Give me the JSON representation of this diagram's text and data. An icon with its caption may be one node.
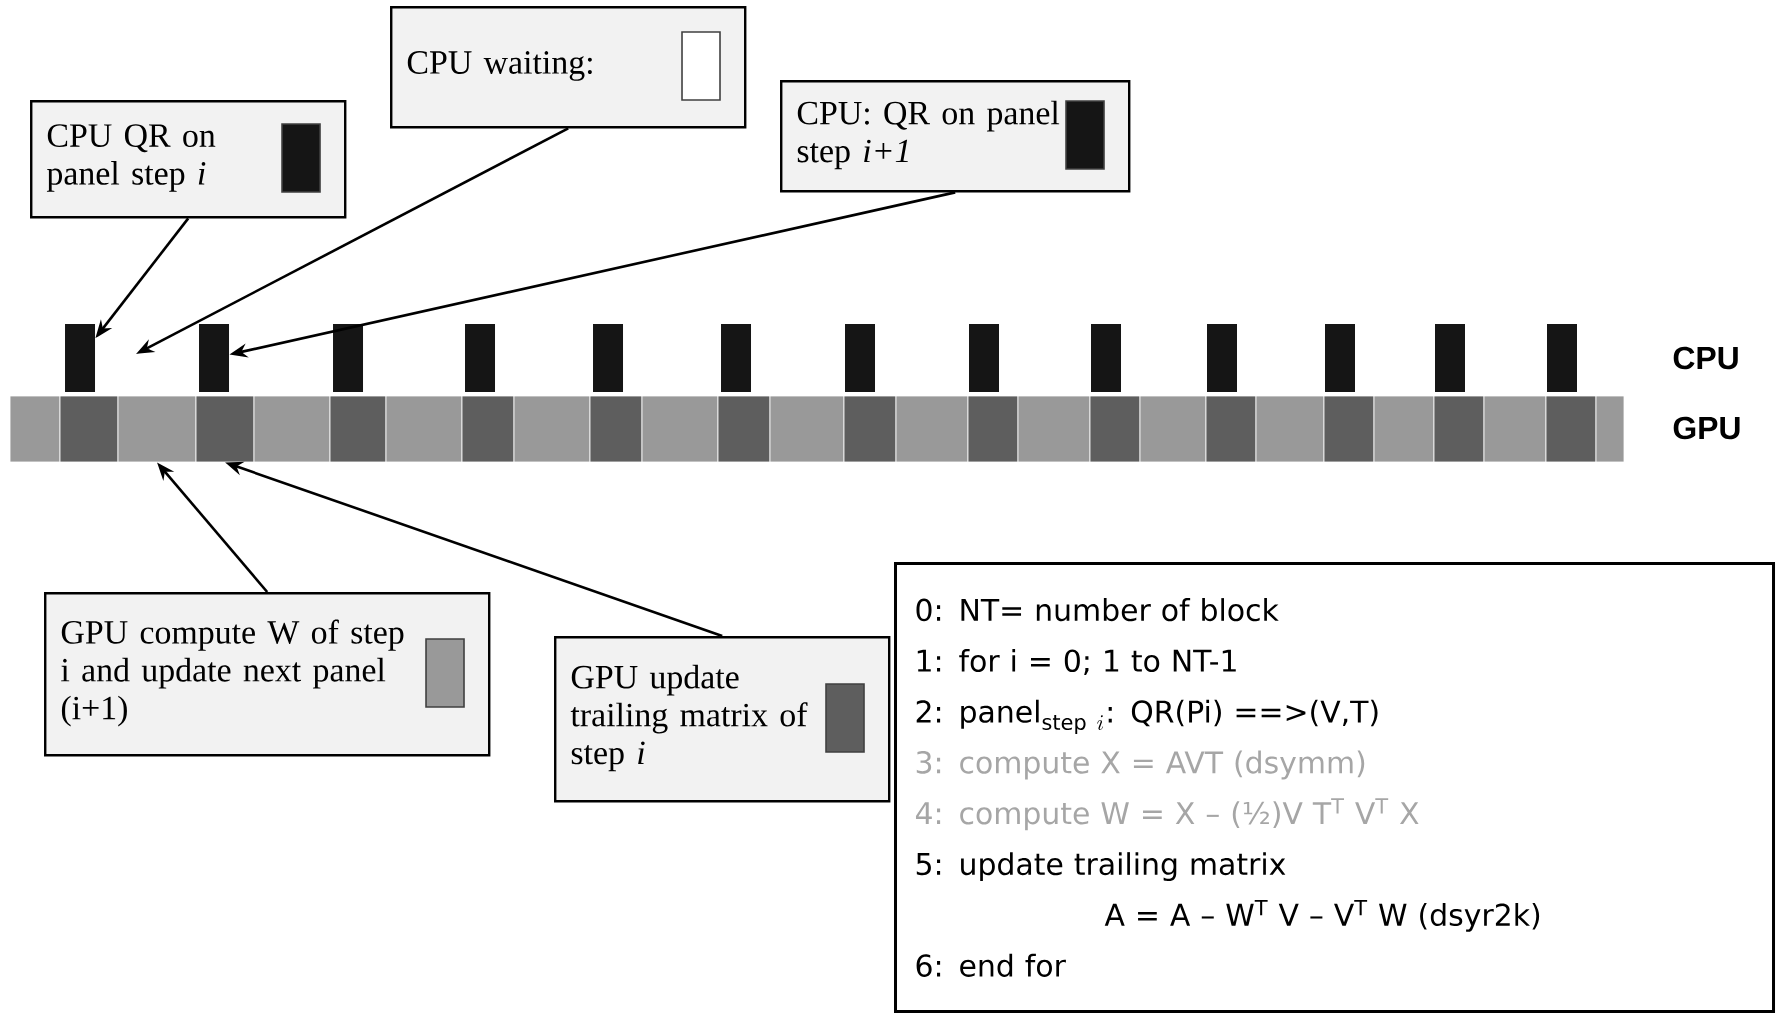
{
  "diagram": {
    "nodes": [
      {
        "text": [
          "CPU QR on panel step *i*"
        ]
      },
      {
        "text": [
          "CPU waiting:"
        ]
      },
      {
        "text": [
          "CPU: QR on panel step *i+1*"
        ]
      },
      {
        "text": [],
        "shape": "bar"
      },
      {
        "text": [],
        "shape": "bar"
      },
      {
        "text": [],
        "shape": "bar"
      },
      {
        "text": [],
        "shape": "bar"
      },
      {
        "text": [],
        "shape": "bar"
      },
      {
        "text": [],
        "shape": "bar"
      },
      {
        "text": [],
        "shape": "bar"
      },
      {
        "text": [],
        "shape": "bar"
      },
      {
        "text": [],
        "shape": "bar"
      },
      {
        "text": [],
        "shape": "bar"
      },
      {
        "text": [],
        "shape": "bar"
      },
      {
        "text": [],
        "shape": "bar"
      },
      {
        "text": [],
        "shape": "bar"
      },
      {
        "text": [],
        "shape": "box"
      },
      {
        "text": [],
        "shape": "box"
      },
      {
        "text": [],
        "shape": "box"
      },
      {
        "text": [],
        "shape": "box"
      },
      {
        "text": [],
        "shape": "box"
      },
      {
        "text": [],
        "shape": "box"
      },
      {
        "text": [],
        "shape": "box"
      },
      {
        "text": [],
        "shape": "box"
      },
      {
        "text": [],
        "shape": "box"
      },
      {
        "text": [],
        "shape": "box"
      },
      {
        "text": [],
        "shape": "box"
      },
      {
        "text": [],
        "shape": "box"
      },
      {
        "text": [],
        "shape": "box"
      },
      {
        "text": [],
        "shape": "box"
      },
      {
        "text": [],
        "shape": "box"
      },
      {
        "text": [],
        "shape": "box"
      },
      {
        "text": [],
        "shape": "box"
      },
      {
        "text": [],
        "shape": "box"
      },
      {
        "text": [],
        "shape": "box"
      },
      {
        "text": [],
        "shape": "box"
      },
      {
        "text": [],
        "shape": "box"
      },
      {
        "text": [],
        "shape": "box"
      },
      {
        "text": [],
        "shape": "box"
      },
      {
        "text": [],
        "shape": "box"
      },
      {
        "text": [],
        "shape": "box"
      },
      {
        "text": [],
        "shape": "box"
      },
      {
        "text": [],
        "shape": "box"
      },
      {
        "text": [
          "GPU compute W of step i and update next panel (i+1)"
        ]
      },
      {
        "text": [
          "GPU update trailing matrix of step *i*"
        ]
      },
      {
        "text": [
          "0: NT= number of block",
          "1: for i = 0; 1 to NT-1",
          "\\text{2: panel}_{\\text{step }i}\\text{: QR(Pi) ==>(V,T)}",
          "3: compute X = AVT (dsymm)",
          "4: compute W = X – (½)V T$^{T}$ V$^{T}$ X",
          "5: update trailing matrix",
          "A = A – W$^{T}$ V – V$^{T}$ W (dsyr2k)",
          "6: end for"
        ]
      }
    ],
    "edges": [
      {
        "from": 0,
        "to": 3,
        "arrow": "to"
      },
      {
        "from": 1,
        "to": null,
        "arrow": "to"
      },
      {
        "from": 2,
        "to": 4,
        "arrow": "to"
      },
      {
        "from": 43,
        "to": 18,
        "arrow": "to"
      },
      {
        "from": 44,
        "to": 19,
        "arrow": "to"
      }
    ],
    "labels": [
      "CPU",
      "GPU"
    ]
  }
}
